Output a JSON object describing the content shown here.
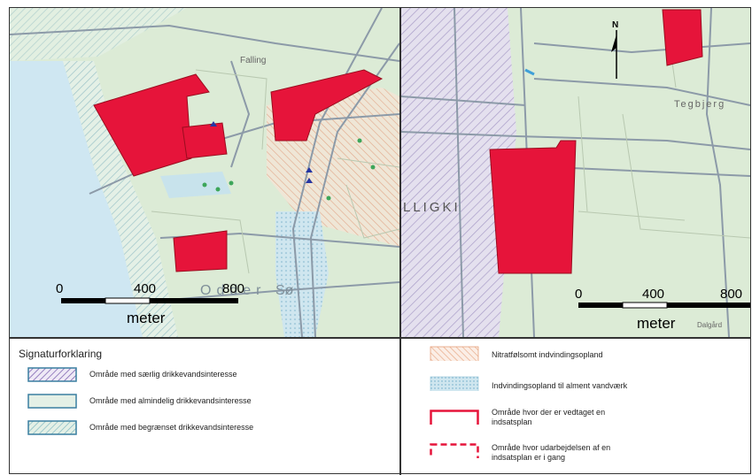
{
  "left_map": {
    "place_labels": [
      "Falling",
      "Odder",
      "Sø"
    ],
    "scale_bar": {
      "ticks": [
        "0",
        "400",
        "800"
      ],
      "unit": "meter"
    }
  },
  "right_map": {
    "place_labels": [
      "Tegbjerg",
      "LLIGKI",
      "Dalgård",
      "N"
    ],
    "scale_bar": {
      "ticks": [
        "0",
        "400",
        "800"
      ],
      "unit": "meter"
    }
  },
  "legend": {
    "title": "Signaturforklaring",
    "left_items": [
      {
        "label": "Område med særlig drikkevandsinteresse",
        "icon": "purple-hatch-swatch"
      },
      {
        "label": "Område med almindelig drikkevandsinteresse",
        "icon": "light-green-swatch"
      },
      {
        "label": "Område med begrænset drikkevandsinteresse",
        "icon": "teal-hatch-swatch"
      }
    ],
    "right_items": [
      {
        "label": "Nitratfølsomt indvindingsopland",
        "icon": "orange-hatch-swatch"
      },
      {
        "label": "Indvindingsopland til alment vandværk",
        "icon": "blue-dotted-swatch"
      },
      {
        "label": "Område hvor der er vedtaget en indsatsplan",
        "icon": "red-solid-outline-swatch"
      },
      {
        "label": "Område hvor udarbejdelsen af en indsatsplan er i gang",
        "icon": "red-dashed-outline-swatch"
      }
    ]
  },
  "colors": {
    "water": "#cfe7f2",
    "land": "#dcebd6",
    "protection_area": "#e6143a",
    "hatch_purple": "#8a6fb3",
    "hatch_teal": "#5aa7b8",
    "hatch_orange": "#e7a07a",
    "road": "#8c9aa8"
  }
}
